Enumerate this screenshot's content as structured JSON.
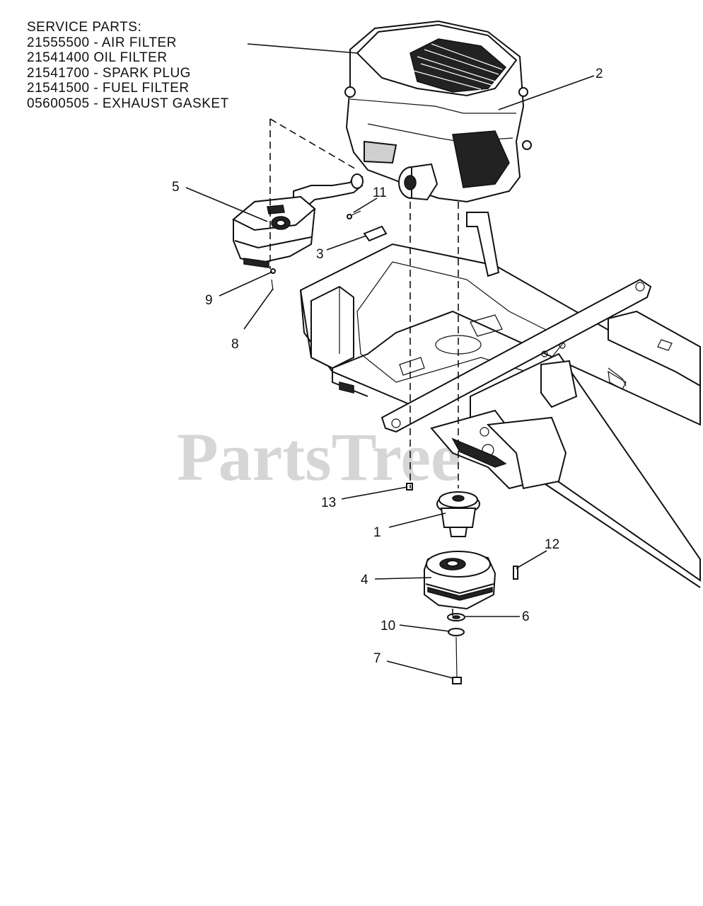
{
  "service_parts": {
    "heading": "SERVICE PARTS:",
    "lines": [
      "21555500 - AIR FILTER",
      "21541400   OIL FILTER",
      "21541700 - SPARK PLUG",
      "21541500 - FUEL FILTER",
      "05600505 - EXHAUST GASKET"
    ]
  },
  "callouts": [
    "1",
    "2",
    "3",
    "4",
    "5",
    "6",
    "7",
    "8",
    "9",
    "10",
    "11",
    "12",
    "13"
  ],
  "watermark": "PartsTree"
}
